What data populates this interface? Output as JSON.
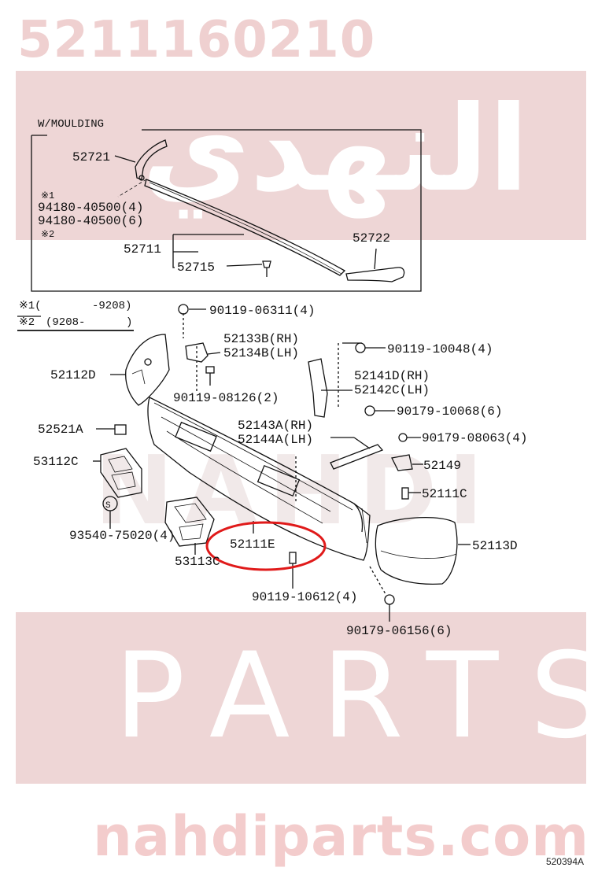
{
  "watermark": {
    "part_number": "5211160210",
    "arabic_text": "النهدي",
    "latin_text": "NAHDI",
    "parts_text": "PARTS",
    "website": "nahdiparts.com",
    "brand_color": "#e8caca"
  },
  "diagram": {
    "group_title": "W/MOULDING",
    "labels": {
      "p52721": "52721",
      "note1": "※1",
      "p94180_4": "94180-40500(4)",
      "p94180_6": "94180-40500(6)",
      "note2": "※2",
      "p52711": "52711",
      "p52715": "52715",
      "p52722": "52722",
      "legend1_mark": "※1(",
      "legend1_text": "-9208)",
      "legend2_mark": "※2",
      "legend2_text": "(9208-",
      "legend2_close": ")",
      "p90119_06311": "90119-06311(4)",
      "p52133B": "52133B(RH)",
      "p52134B": "52134B(LH)",
      "p90119_10048": "90119-10048(4)",
      "p52112D": "52112D",
      "p52141D": "52141D(RH)",
      "p52142C": "52142C(LH)",
      "p90119_08126": "90119-08126(2)",
      "p90179_10068": "90179-10068(6)",
      "p52521A": "52521A",
      "p52143A": "52143A(RH)",
      "p52144A": "52144A(LH)",
      "p90179_08063": "90179-08063(4)",
      "p53112C": "53112C",
      "p52149": "52149",
      "p52111C": "52111C",
      "p93540": "93540-75020(4)",
      "p52111E": "52111E",
      "p52113D": "52113D",
      "p53113C": "53113C",
      "p90119_10612": "90119-10612(4)",
      "p90179_06156": "90179-06156(6)",
      "circle_s": "S"
    },
    "figure_code": "520394A",
    "highlight_color": "#e01a1a"
  }
}
